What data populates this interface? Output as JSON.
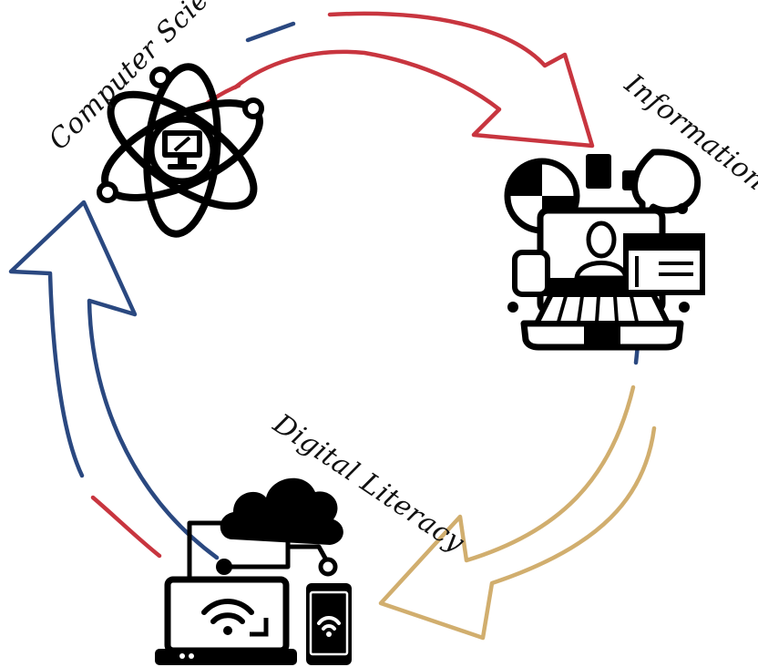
{
  "diagram": {
    "nodes": {
      "computer_science": {
        "label": "Computer Science",
        "icon": "atom-computer-icon"
      },
      "information_technology": {
        "label": "Information Technology",
        "icon": "laptop-video-call-icon"
      },
      "digital_literacy": {
        "label": "Digital Literacy",
        "icon": "cloud-devices-wifi-icon"
      }
    },
    "arrows": [
      {
        "from": "computer_science",
        "to": "information_technology",
        "color": "#C8353F"
      },
      {
        "from": "information_technology",
        "to": "digital_literacy",
        "color": "#D1AE6E"
      },
      {
        "from": "digital_literacy",
        "to": "computer_science",
        "color": "#2A4880"
      }
    ]
  }
}
